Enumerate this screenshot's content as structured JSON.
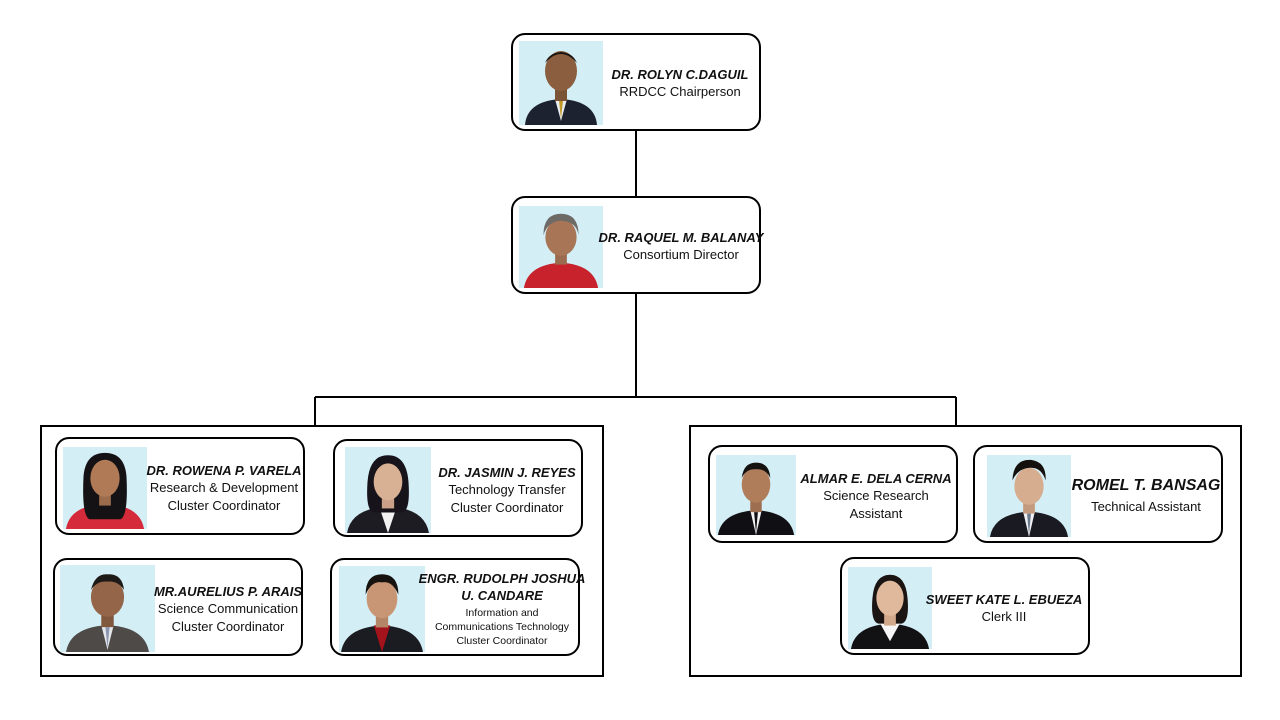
{
  "chairperson": {
    "name": "DR. ROLYN C.DAGUIL",
    "role": "RRDCC Chairperson"
  },
  "director": {
    "name": "DR. RAQUEL M. BALANAY",
    "role": "Consortium Director"
  },
  "coordinators": [
    {
      "name": "DR. ROWENA P. VARELA",
      "role_lines": [
        "Research & Development",
        "Cluster Coordinator"
      ]
    },
    {
      "name": "DR. JASMIN J. REYES",
      "role_lines": [
        "Technology Transfer",
        "Cluster Coordinator"
      ]
    },
    {
      "name": "MR.AURELIUS P. ARAIS",
      "role_lines": [
        "Science Communication",
        "Cluster Coordinator"
      ]
    },
    {
      "name_lines": [
        "ENGR. RUDOLPH JOSHUA",
        "U. CANDARE"
      ],
      "role_lines": [
        "Information and",
        "Communications Technology",
        "Cluster Coordinator"
      ]
    }
  ],
  "staff": [
    {
      "name": "ALMAR E. DELA CERNA",
      "role_lines": [
        "Science Research",
        "Assistant"
      ]
    },
    {
      "name": "ROMEL T. BANSAG",
      "role": "Technical Assistant"
    },
    {
      "name": "SWEET KATE L. EBUEZA",
      "role": "Clerk III"
    }
  ],
  "colors": {
    "photo_bg": "#d4eef6",
    "line": "#000000"
  },
  "icons": {
    "portrait": "person-portrait-icon"
  }
}
